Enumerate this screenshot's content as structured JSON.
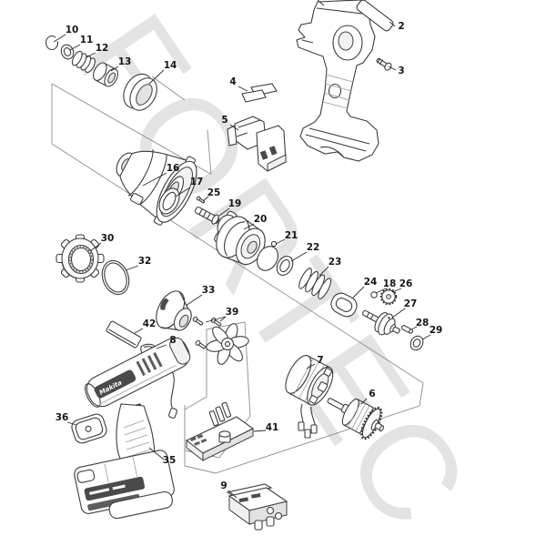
{
  "watermark": "FORTEC",
  "brand_text": "Makita",
  "labels": [
    {
      "text": "10"
    },
    {
      "text": "11"
    },
    {
      "text": "12"
    },
    {
      "text": "13"
    },
    {
      "text": "14"
    },
    {
      "text": "2"
    },
    {
      "text": "3"
    },
    {
      "text": "4"
    },
    {
      "text": "5"
    },
    {
      "text": "16"
    },
    {
      "text": "17"
    },
    {
      "text": "25"
    },
    {
      "text": "19"
    },
    {
      "text": "20"
    },
    {
      "text": "21"
    },
    {
      "text": "22"
    },
    {
      "text": "23"
    },
    {
      "text": "24"
    },
    {
      "text": "18"
    },
    {
      "text": "26"
    },
    {
      "text": "27"
    },
    {
      "text": "28"
    },
    {
      "text": "29"
    },
    {
      "text": "30"
    },
    {
      "text": "32"
    },
    {
      "text": "33"
    },
    {
      "text": "42"
    },
    {
      "text": "39"
    },
    {
      "text": "8"
    },
    {
      "text": "7"
    },
    {
      "text": "6"
    },
    {
      "text": "41"
    },
    {
      "text": "36"
    },
    {
      "text": "35"
    },
    {
      "text": "9"
    }
  ]
}
